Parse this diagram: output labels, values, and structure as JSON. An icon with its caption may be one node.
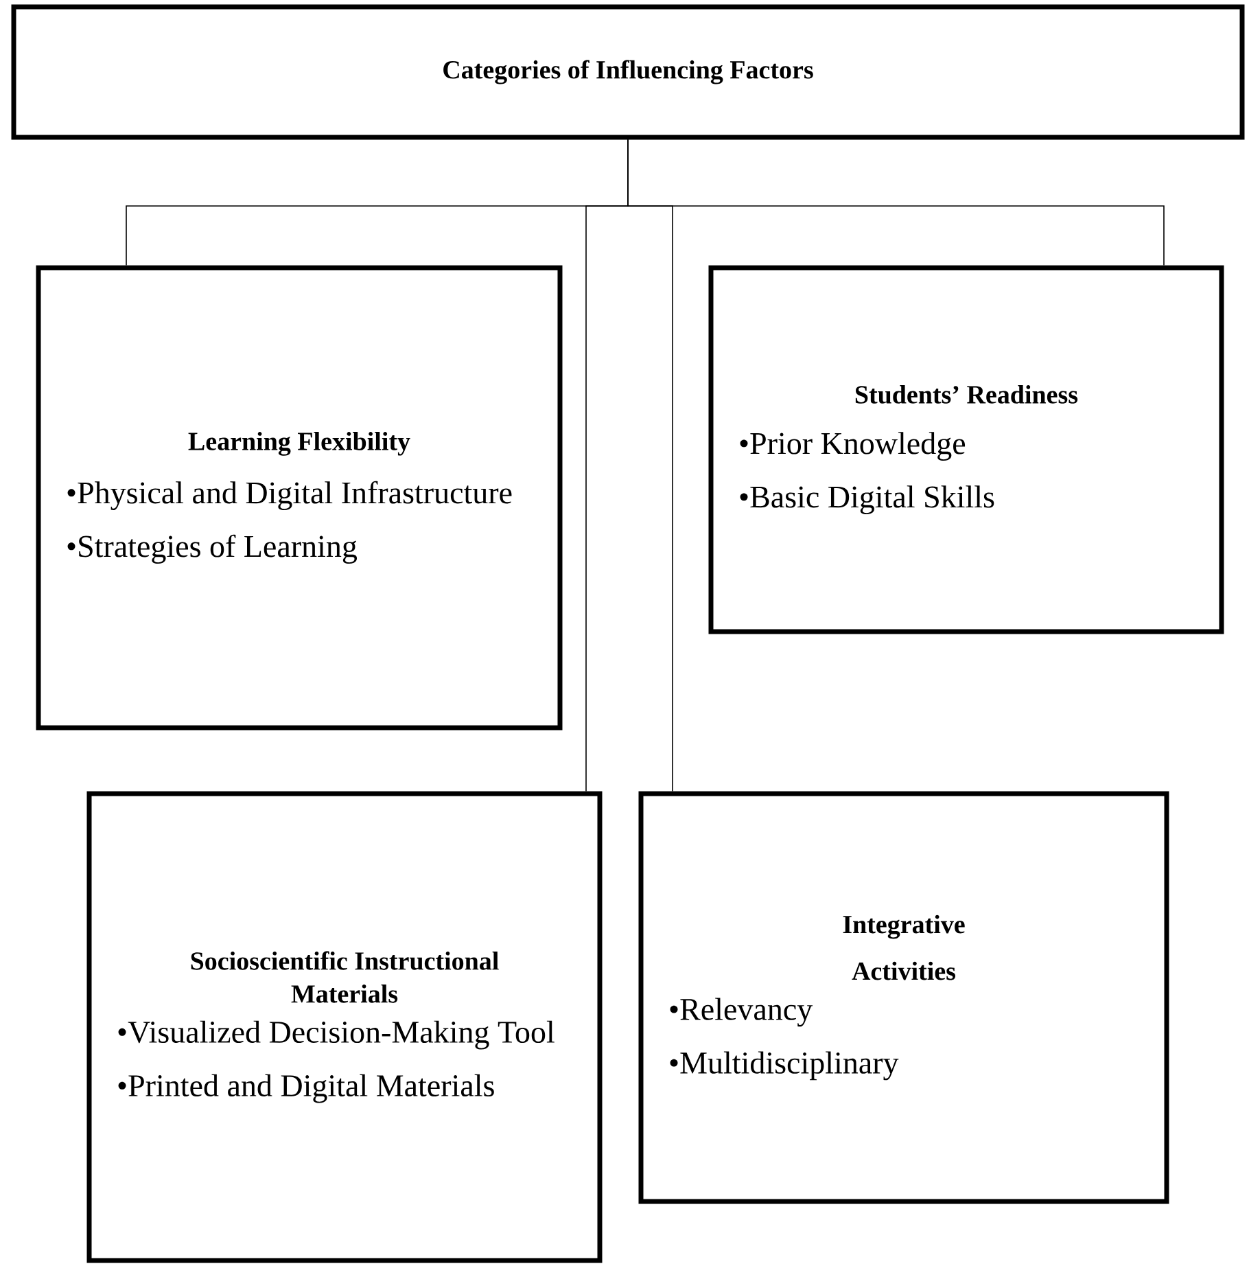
{
  "diagram": {
    "nodes": [
      {
        "text": [
          "Categories of Influencing Factors"
        ]
      },
      {
        "text": [
          "Learning Flexibility",
          "•Physical and Digital Infrastructure",
          "•Strategies of Learning"
        ]
      },
      {
        "text": [
          "Students’ Readiness",
          "•Prior Knowledge",
          "•Basic Digital  Skills"
        ]
      },
      {
        "text": [
          "Socioscientific Instructional Materials",
          "•Visualized Decision-Making Tool",
          "•Printed and Digital Materials"
        ]
      },
      {
        "text": [
          "Integrative Activities",
          "•Relevancy",
          "•Multidisciplinary"
        ]
      }
    ],
    "edges": [
      {
        "from": 0,
        "to": 1,
        "arrow": "none"
      },
      {
        "from": 0,
        "to": 2,
        "arrow": "none"
      },
      {
        "from": 0,
        "to": 3,
        "arrow": "none"
      },
      {
        "from": 0,
        "to": 4,
        "arrow": "none"
      }
    ]
  }
}
